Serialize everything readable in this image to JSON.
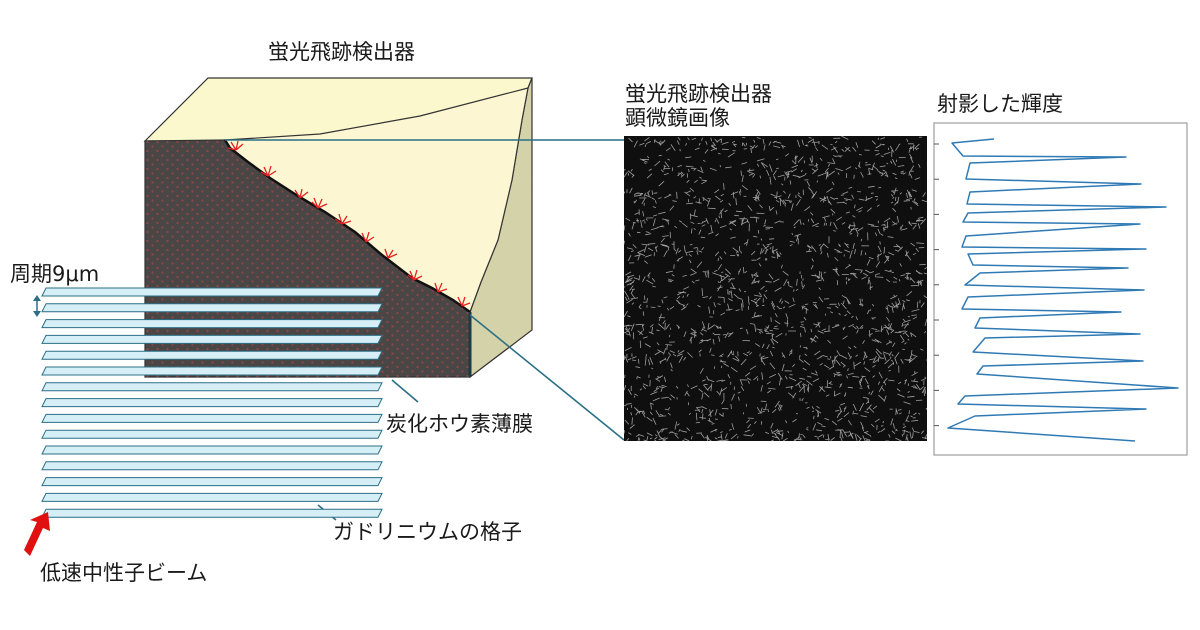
{
  "labels": {
    "detector": "蛍光飛跡検出器",
    "micrograph_line1": "蛍光飛跡検出器",
    "micrograph_line2": "顕微鏡画像",
    "projected": "射影した輝度",
    "period": "周期9μm",
    "boron_film": "炭化ホウ素薄膜",
    "grating": "ガドリニウムの格子",
    "beam": "低速中性子ビーム"
  },
  "colors": {
    "detector_face": "#fbf8cd",
    "detector_side": "#d4d2a8",
    "film_face": "#4a4646",
    "film_dots": "#b24848",
    "grating_bar": "#d6eff7",
    "grating_edge": "#2a6f86",
    "leader_line": "#2a6f86",
    "profile_line": "#2f7ab5",
    "tracks": "#e62020",
    "beam_arrow": "#e01010",
    "micrograph_bg": "#0f0f0f"
  },
  "icons": {
    "period_marker": "double-arrow-icon",
    "beam": "arrow-icon"
  }
}
